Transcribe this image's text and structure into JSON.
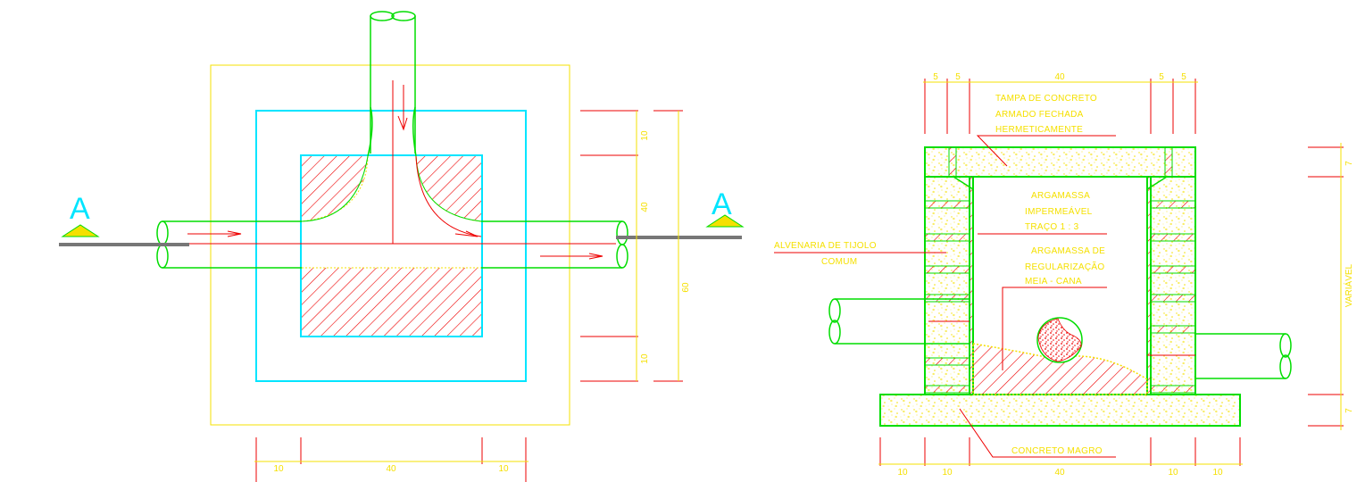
{
  "colors": {
    "structure": "#00dd00",
    "cyan": "#00e5ff",
    "yellow": "#f5e000",
    "red": "#ee0000",
    "gray": "#777777"
  },
  "plan": {
    "section_marker_left": "A",
    "section_marker_right": "A",
    "dims_bottom": [
      "10",
      "40",
      "10"
    ],
    "dims_right": [
      "10",
      "40",
      "10",
      "60"
    ]
  },
  "section": {
    "dims_top": [
      "5",
      "5",
      "40",
      "5",
      "5"
    ],
    "dims_bottom": [
      "10",
      "10",
      "40",
      "10",
      "10"
    ],
    "dims_right": [
      "7",
      "VARIÁVEL",
      "7"
    ],
    "labels": {
      "tampa": [
        "TAMPA DE CONCRETO",
        "ARMADO FECHADA",
        "HERMETICAMENTE"
      ],
      "argamassa_imp": [
        "ARGAMASSA",
        "IMPERMEÁVEL",
        "TRAÇO 1 : 3"
      ],
      "alvenaria": [
        "ALVENARIA DE TIJOLO",
        "COMUM"
      ],
      "argamassa_reg": [
        "ARGAMASSA DE",
        "REGULARIZAÇÃO",
        "MEIA - CANA"
      ],
      "concreto": "CONCRETO MAGRO"
    }
  }
}
